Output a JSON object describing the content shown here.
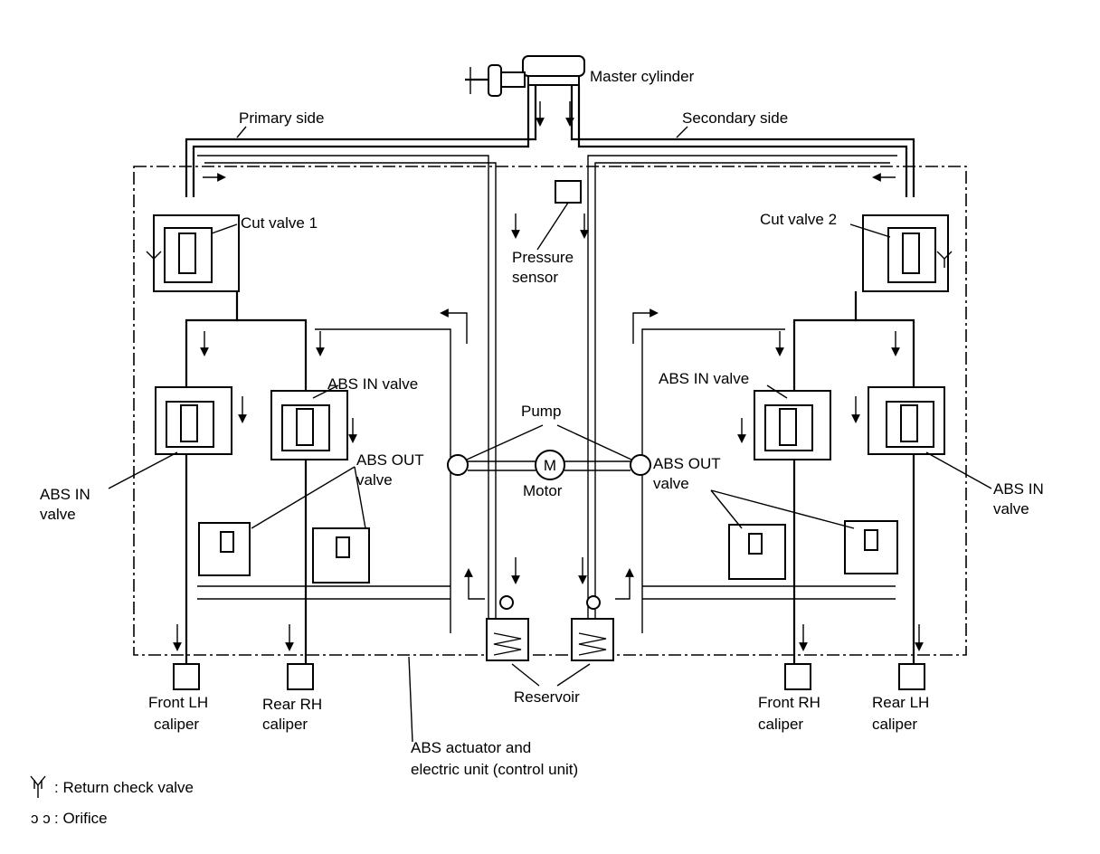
{
  "labels": {
    "master_cylinder": "Master cylinder",
    "primary_side": "Primary side",
    "secondary_side": "Secondary side",
    "cut_valve_1": "Cut valve 1",
    "cut_valve_2": "Cut valve 2",
    "pressure_sensor_1": "Pressure",
    "pressure_sensor_2": "sensor",
    "abs_in_valve_left_inner": "ABS IN valve",
    "abs_in_valve_right_inner": "ABS IN valve",
    "abs_in_left_1": "ABS IN",
    "abs_in_left_2": "valve",
    "abs_in_right_1": "ABS IN",
    "abs_in_right_2": "valve",
    "abs_out_left_1": "ABS OUT",
    "abs_out_left_2": "valve",
    "abs_out_right_1": "ABS OUT",
    "abs_out_right_2": "valve",
    "pump": "Pump",
    "motor_symbol": "M",
    "motor": "Motor",
    "reservoir": "Reservoir",
    "front_lh_1": "Front LH",
    "front_lh_2": "caliper",
    "rear_rh_1": "Rear RH",
    "rear_rh_2": "caliper",
    "front_rh_1": "Front RH",
    "front_rh_2": "caliper",
    "rear_lh_1": "Rear LH",
    "rear_lh_2": "caliper",
    "actuator_1": "ABS actuator and",
    "actuator_2": "electric unit (control unit)"
  },
  "legend": {
    "return_check_valve": ": Return check valve",
    "orifice_symbol": "ɔ ɔ",
    "orifice": ": Orifice"
  }
}
